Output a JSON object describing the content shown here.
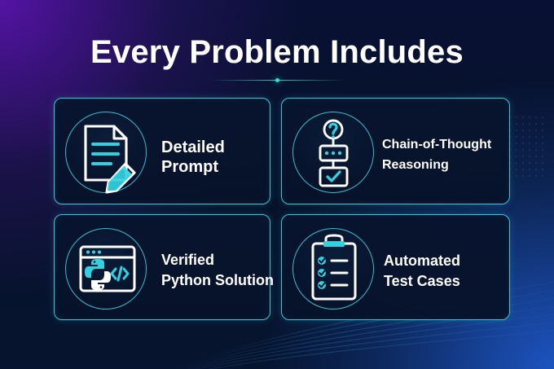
{
  "title": "Every Problem Includes",
  "colors": {
    "background_base": "#07122b",
    "purple_glow": "#7414d2",
    "blue_glow": "#2469f0",
    "card_border": "#35c8d8",
    "accent": "#2ce0d6",
    "text": "#ffffff"
  },
  "cards": [
    {
      "line1": "Detailed",
      "line2": "Prompt",
      "icon": "document-pencil-icon"
    },
    {
      "line1": "Chain-of-Thought",
      "line2": "Reasoning",
      "icon": "reasoning-flow-icon"
    },
    {
      "line1": "Verified",
      "line2": "Python Solution",
      "icon": "python-code-window-icon"
    },
    {
      "line1": "Automated",
      "line2": "Test Cases",
      "icon": "clipboard-checklist-icon"
    }
  ]
}
